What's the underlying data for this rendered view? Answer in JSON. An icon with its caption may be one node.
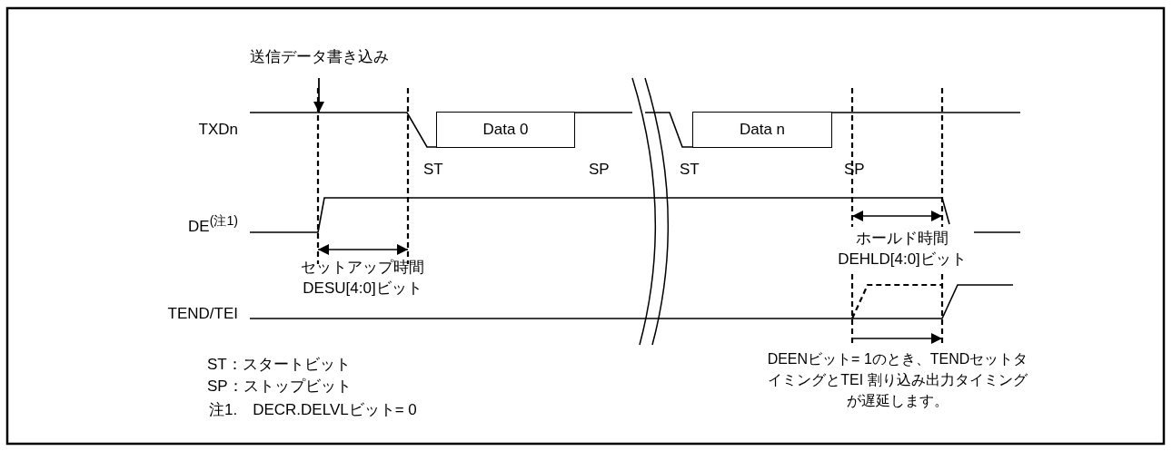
{
  "diagram": {
    "nodes": [
      {
        "text": [
          "送信データ書き込み"
        ]
      },
      {
        "text": [],
        "shape": "line"
      },
      {
        "text": [
          "Data 0"
        ],
        "in": 1
      },
      {
        "text": [
          "Data n"
        ],
        "in": 1
      }
    ],
    "edges": [
      {
        "from": 0,
        "to": 1,
        "arrow": "to"
      }
    ],
    "labels": [
      "TXDn",
      "ST",
      "SP",
      "ST",
      "SP",
      "DE$^{(注1)}$",
      "ホールド時間 DEHLD[4:0]ビット",
      "セットアップ時間 DESU[4:0]ビット",
      "TEND/TEI",
      "ST：スタートビット",
      "SP：ストップビット",
      "DEENビット= 1のとき、TENDセットタイミングとTEI 割り込み出力タイミングが遅延します。",
      "注1.　DECR.DELVLビット= 0"
    ]
  }
}
